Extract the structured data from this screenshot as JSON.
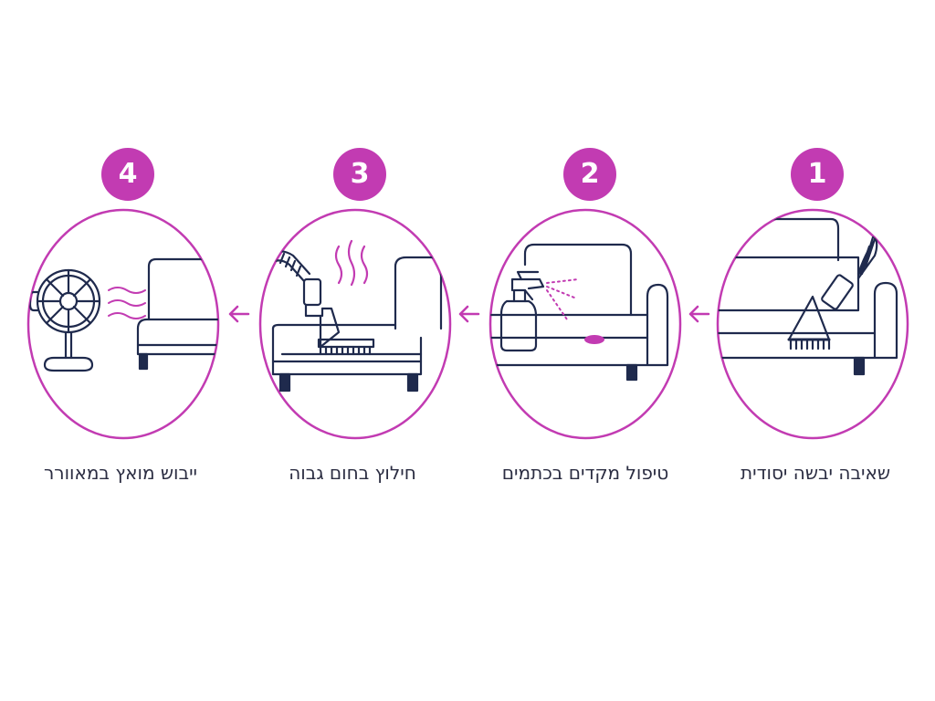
{
  "colors": {
    "accent": "#c23bb2",
    "outline": "#1f2a4d"
  },
  "steps": [
    {
      "number": "1",
      "label": "שאיבה יבשה יסודית",
      "icon": "vacuum-nozzle-icon"
    },
    {
      "number": "2",
      "label": "טיפול מקדים בכתמים",
      "icon": "spray-bottle-icon"
    },
    {
      "number": "3",
      "label": "חילוץ בחום גבוה",
      "icon": "steam-extractor-icon"
    },
    {
      "number": "4",
      "label": "ייבוש מואץ במאוורר",
      "icon": "fan-icon"
    }
  ]
}
